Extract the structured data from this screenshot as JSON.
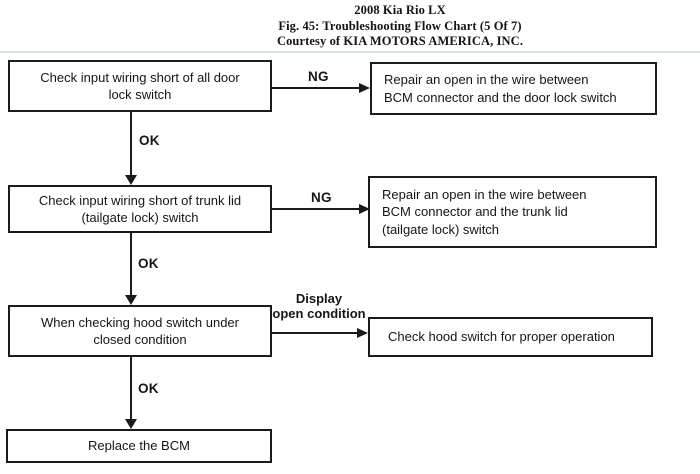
{
  "header": {
    "line1": "2008 Kia Rio LX",
    "line2": "Fig. 45: Troubleshooting Flow Chart (5 Of 7)",
    "line3": "Courtesy of KIA MOTORS AMERICA, INC."
  },
  "flowchart": {
    "steps": {
      "step1": "Check input wiring short of all door\nlock switch",
      "repair1": "Repair an open in the wire between\nBCM connector and the door lock switch",
      "step2": "Check input wiring short of trunk lid\n(tailgate lock) switch",
      "repair2": "Repair an open in the wire between\nBCM connector and the trunk lid\n(tailgate lock) switch",
      "step3": "When checking hood switch under\nclosed condition",
      "action3": "Check hood switch for proper operation",
      "step4": "Replace the BCM"
    },
    "labels": {
      "ng1": "NG",
      "ok1": "OK",
      "ng2": "NG",
      "ok2": "OK",
      "display_line1": "Display",
      "display_line2": "open condition",
      "ok3": "OK"
    }
  },
  "colors": {
    "line": "#1b1b1b",
    "divider": "#ccd9ec",
    "background": "#ffffff",
    "text": "#161616"
  }
}
